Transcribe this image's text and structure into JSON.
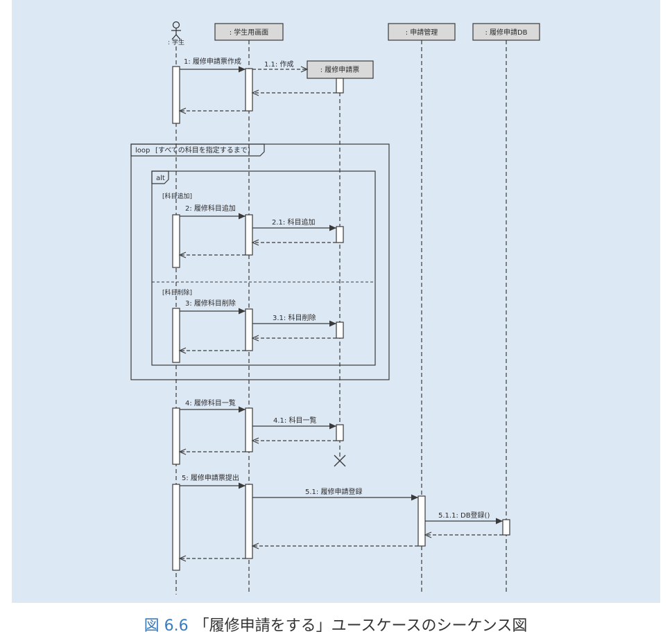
{
  "colors": {
    "panel_background": "#dde8f5",
    "header_box": "#d9d9d9",
    "figure_number": "#3a7cc0",
    "caption_text": "#333333"
  },
  "actor": {
    "label": ": 学生"
  },
  "lifelines": {
    "screen": ": 学生用画面",
    "manager": ": 申請管理",
    "database": ": 履修申請DB",
    "form": ": 履修申請票"
  },
  "messages": [
    "1: 履修申請票作成",
    "1.1: 作成",
    "2: 履修科目追加",
    "2.1: 科目追加",
    "3: 履修科目削除",
    "3.1: 科目削除",
    "4: 履修科目一覧",
    "4.1: 科目一覧",
    "5: 履修申請票提出",
    "5.1: 履修申請登録",
    "5.1.1: DB登録()"
  ],
  "fragments": {
    "loop": {
      "operator": "loop",
      "guard": "[すべての科目を指定するまで]"
    },
    "alt": {
      "operator": "alt",
      "guards": [
        "[科目追加]",
        "[科目削除]"
      ]
    }
  },
  "caption": {
    "figure_number": "図 6.6",
    "title": "「履修申請をする」ユースケースのシーケンス図"
  }
}
